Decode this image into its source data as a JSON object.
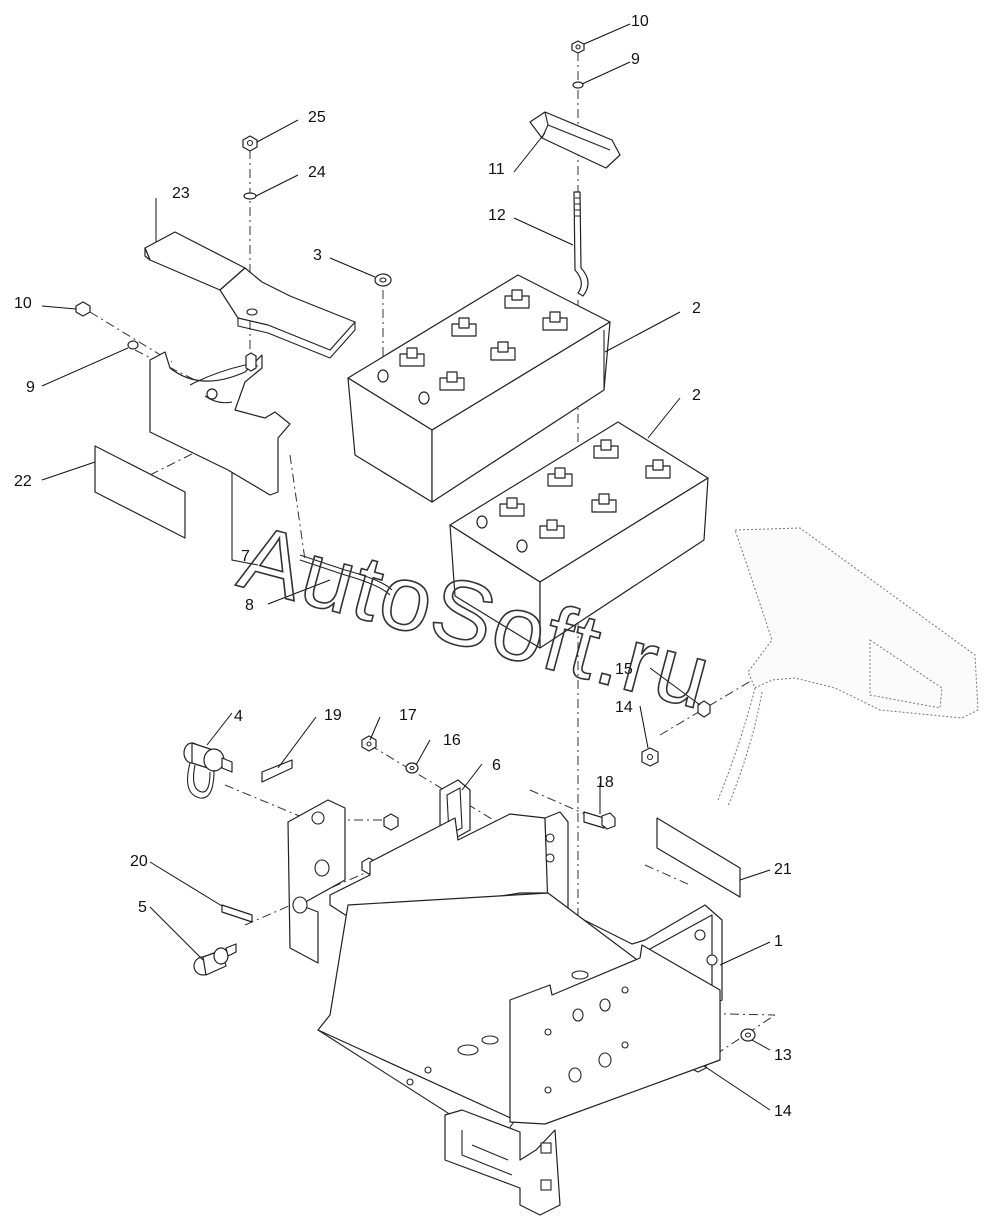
{
  "watermark": "AutoSoft.ru",
  "callouts": [
    {
      "id": "c10a",
      "label": "10"
    },
    {
      "id": "c9a",
      "label": "9"
    },
    {
      "id": "c11",
      "label": "11"
    },
    {
      "id": "c12",
      "label": "12"
    },
    {
      "id": "c25",
      "label": "25"
    },
    {
      "id": "c24",
      "label": "24"
    },
    {
      "id": "c23",
      "label": "23"
    },
    {
      "id": "c3",
      "label": "3"
    },
    {
      "id": "c2a",
      "label": "2"
    },
    {
      "id": "c2b",
      "label": "2"
    },
    {
      "id": "c10b",
      "label": "10"
    },
    {
      "id": "c9b",
      "label": "9"
    },
    {
      "id": "c22",
      "label": "22"
    },
    {
      "id": "c7",
      "label": "7"
    },
    {
      "id": "c8",
      "label": "8"
    },
    {
      "id": "c15",
      "label": "15"
    },
    {
      "id": "c14a",
      "label": "14"
    },
    {
      "id": "c4",
      "label": "4"
    },
    {
      "id": "c19",
      "label": "19"
    },
    {
      "id": "c17",
      "label": "17"
    },
    {
      "id": "c16",
      "label": "16"
    },
    {
      "id": "c6",
      "label": "6"
    },
    {
      "id": "c18",
      "label": "18"
    },
    {
      "id": "c20",
      "label": "20"
    },
    {
      "id": "c21",
      "label": "21"
    },
    {
      "id": "c5",
      "label": "5"
    },
    {
      "id": "c1",
      "label": "1"
    },
    {
      "id": "c13",
      "label": "13"
    },
    {
      "id": "c14b",
      "label": "14"
    }
  ]
}
